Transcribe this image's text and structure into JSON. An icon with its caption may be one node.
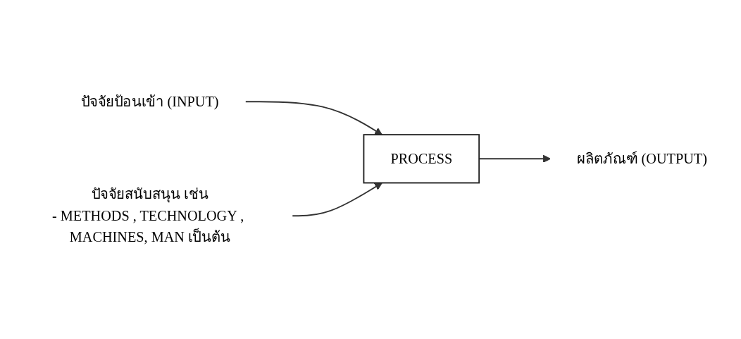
{
  "diagram": {
    "nodes": [
      {
        "text": [
          "ปัจจัยป้อนเข้า (INPUT)"
        ]
      },
      {
        "text": [
          "PROCESS"
        ]
      },
      {
        "text": [
          "ผลิตภัณฑ์ (OUTPUT)"
        ]
      },
      {
        "text": [
          "ปัจจัยสนับสนุน เช่น",
          "- METHODS , TECHNOLOGY , MACHINES, MAN เป็นต้น"
        ]
      }
    ],
    "edges": [
      {
        "from": 0,
        "to": 1,
        "arrow": "to"
      },
      {
        "from": 1,
        "to": 2,
        "arrow": "to"
      },
      {
        "from": 3,
        "to": 1,
        "arrow": "to"
      }
    ]
  }
}
